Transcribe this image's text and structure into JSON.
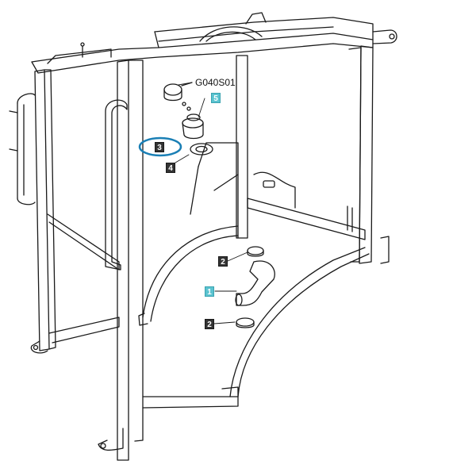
{
  "diagram": {
    "reference_code": "G040S01",
    "callouts": [
      {
        "id": "5",
        "style": "teal"
      },
      {
        "id": "3",
        "style": "dark",
        "highlighted": true
      },
      {
        "id": "4",
        "style": "dark"
      },
      {
        "id": "2",
        "style": "dark"
      },
      {
        "id": "1",
        "style": "teal"
      },
      {
        "id": "2",
        "style": "dark"
      }
    ],
    "colors": {
      "line": "#1a1a1a",
      "callout_dark": "#333333",
      "callout_teal": "#5bc3d0",
      "highlight_ring": "#1a7fb5"
    }
  }
}
